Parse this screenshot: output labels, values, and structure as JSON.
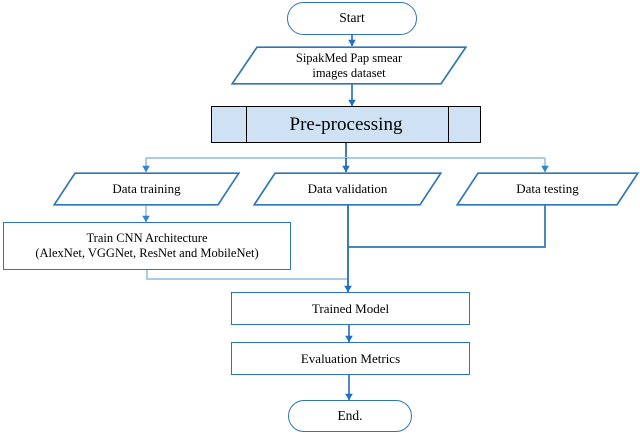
{
  "diagram": {
    "title": "CNN pipeline flowchart for SipakMed Pap smear classification",
    "colors": {
      "node_stroke": "#2e75b6",
      "connector": "#2e75b6",
      "connector_light": "#9dc3e6",
      "preprocess_fill": "#cfe2f3",
      "preprocess_stroke": "#000000",
      "background": "#ffffff",
      "text": "#000000"
    },
    "nodes": [
      {
        "id": "start",
        "shape": "terminator",
        "label": "Start"
      },
      {
        "id": "dataset",
        "shape": "parallelogram",
        "label": "SipakMed Pap smear\nimages dataset"
      },
      {
        "id": "preprocess",
        "shape": "predefined-process",
        "label": "Pre-processing"
      },
      {
        "id": "data_training",
        "shape": "parallelogram",
        "label": "Data training"
      },
      {
        "id": "data_validation",
        "shape": "parallelogram",
        "label": "Data validation"
      },
      {
        "id": "data_testing",
        "shape": "parallelogram",
        "label": "Data testing"
      },
      {
        "id": "train_cnn",
        "shape": "process",
        "label": "Train CNN Architecture\n(AlexNet, VGGNet, ResNet and MobileNet)"
      },
      {
        "id": "trained_model",
        "shape": "process",
        "label": "Trained Model"
      },
      {
        "id": "evaluation",
        "shape": "process",
        "label": "Evaluation Metrics"
      },
      {
        "id": "end",
        "shape": "terminator",
        "label": "End."
      }
    ],
    "edges": [
      {
        "from": "start",
        "to": "dataset",
        "arrow": true
      },
      {
        "from": "dataset",
        "to": "preprocess",
        "arrow": true
      },
      {
        "from": "preprocess",
        "to": "data_training",
        "arrow": true
      },
      {
        "from": "preprocess",
        "to": "data_validation",
        "arrow": true
      },
      {
        "from": "preprocess",
        "to": "data_testing",
        "arrow": true
      },
      {
        "from": "data_training",
        "to": "train_cnn",
        "arrow": true
      },
      {
        "from": "train_cnn",
        "to": "trained_model",
        "arrow": true
      },
      {
        "from": "data_validation",
        "to": "trained_model",
        "arrow": true
      },
      {
        "from": "data_testing",
        "to": "trained_model",
        "arrow": true
      },
      {
        "from": "trained_model",
        "to": "evaluation",
        "arrow": true
      },
      {
        "from": "evaluation",
        "to": "end",
        "arrow": true
      }
    ]
  }
}
